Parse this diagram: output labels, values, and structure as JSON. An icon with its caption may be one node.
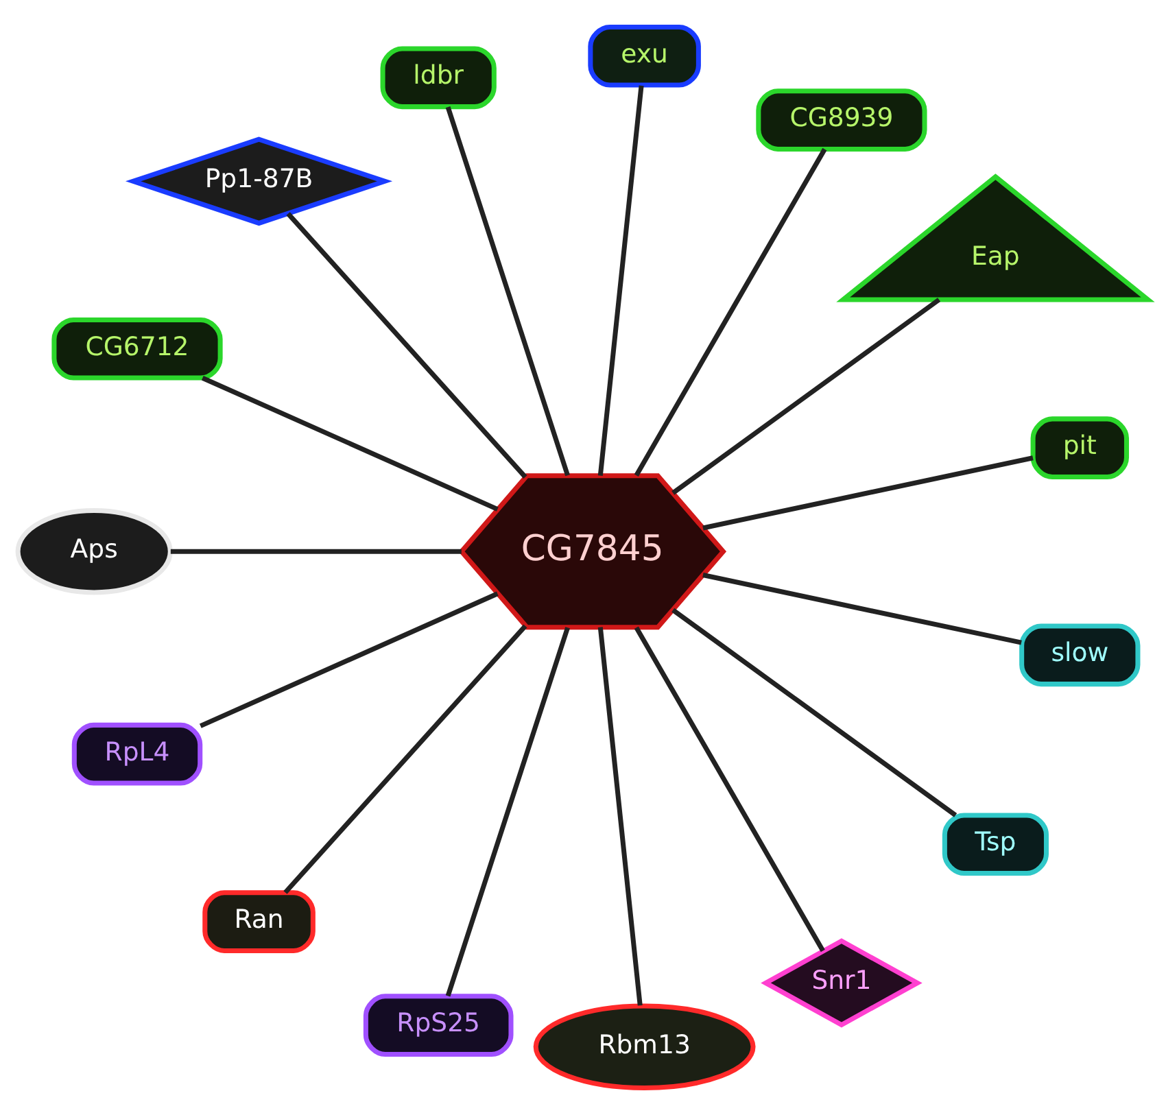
{
  "diagram": {
    "nodes": [
      {
        "text": [
          "pit"
        ]
      },
      {
        "text": [
          "Eap"
        ]
      },
      {
        "text": [
          "CG8939"
        ]
      },
      {
        "text": [
          "exu"
        ]
      },
      {
        "text": [
          "ldbr"
        ]
      },
      {
        "text": [
          "Pp1-87B"
        ]
      },
      {
        "text": [
          "CG6712"
        ]
      },
      {
        "text": [
          "CG7845"
        ]
      },
      {
        "text": [
          "Aps"
        ]
      },
      {
        "text": [
          "RpL4"
        ]
      },
      {
        "text": [
          "Ran"
        ]
      },
      {
        "text": [
          "RpS25"
        ]
      },
      {
        "text": [
          "Rbm13"
        ]
      },
      {
        "text": [
          "Snr1"
        ]
      },
      {
        "text": [
          "Tsp"
        ]
      },
      {
        "text": [
          "slow"
        ]
      }
    ],
    "edges": [
      {
        "from": 7,
        "to": 0,
        "arrow": "none"
      },
      {
        "from": 7,
        "to": 1,
        "arrow": "none"
      },
      {
        "from": 7,
        "to": 2,
        "arrow": "none"
      },
      {
        "from": 7,
        "to": 4,
        "arrow": "none"
      },
      {
        "from": 7,
        "to": 6,
        "arrow": "none"
      },
      {
        "from": 7,
        "to": 9,
        "arrow": "none"
      },
      {
        "from": 7,
        "to": 11,
        "arrow": "none"
      },
      {
        "from": 7,
        "to": 13,
        "arrow": "none"
      },
      {
        "from": 7,
        "to": 15,
        "arrow": "none"
      },
      {
        "from": 7,
        "to": 14,
        "arrow": "none"
      },
      {
        "from": 7,
        "to": 12,
        "arrow": "none"
      },
      {
        "from": 7,
        "to": 10,
        "arrow": "none"
      },
      {
        "from": 7,
        "to": 8,
        "arrow": "none"
      },
      {
        "from": 7,
        "to": 5,
        "arrow": "none"
      },
      {
        "from": 7,
        "to": 3,
        "arrow": "none"
      }
    ]
  }
}
